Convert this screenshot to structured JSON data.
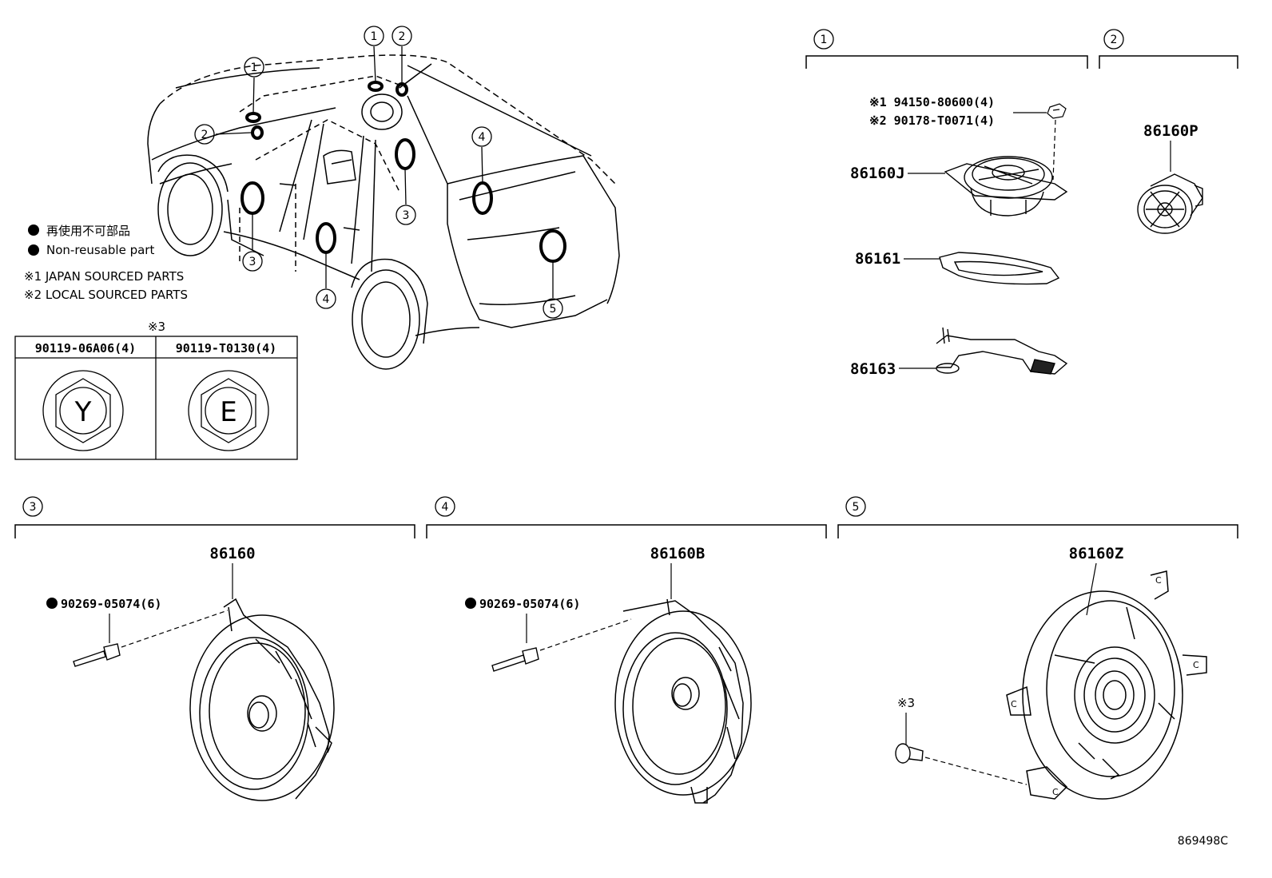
{
  "legend": {
    "non_reusable_jp": "再使用不可部品",
    "non_reusable_en": "Non-reusable part",
    "note1": "※1 JAPAN SOURCED PARTS",
    "note2": "※2 LOCAL SOURCED PARTS"
  },
  "bolt_table": {
    "note_mark": "※3",
    "col1_part": "90119-06A06(4)",
    "col2_part": "90119-T0130(4)",
    "col1_letter": "Y",
    "col2_letter": "E"
  },
  "callouts": [
    "1",
    "2",
    "3",
    "4",
    "5"
  ],
  "group1": {
    "num": "1",
    "nut1": "※1 94150-80600(4)",
    "nut2": "※2 90178-T0071(4)",
    "tweeter": "86160J",
    "gasket": "86161",
    "bracket": "86163"
  },
  "group2": {
    "num": "2",
    "tweeter": "86160P"
  },
  "group3": {
    "num": "3",
    "speaker": "86160",
    "rivet": "90269-05074(6)"
  },
  "group4": {
    "num": "4",
    "speaker": "86160B",
    "rivet": "90269-05074(6)"
  },
  "group5": {
    "num": "5",
    "speaker": "86160Z",
    "screw_note": "※3"
  },
  "illustration_id": "869498C"
}
